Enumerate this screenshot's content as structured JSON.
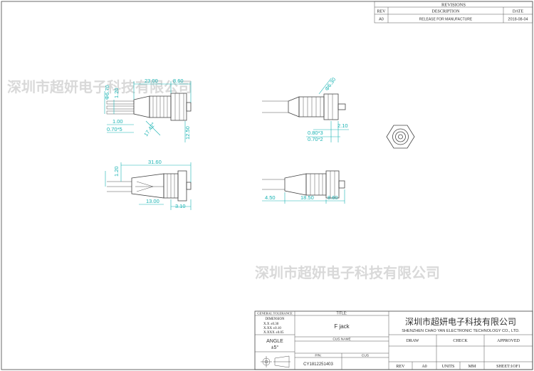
{
  "revisions": {
    "title": "REVISIONS",
    "headers": {
      "rev": "REV",
      "description": "DESCRIPTION",
      "date": "DATE"
    },
    "row": {
      "rev": "A0",
      "description": "RELEASE FOR MANUFACTURE",
      "date": "2018-08-04"
    }
  },
  "watermark": {
    "top": "深圳市超妍电子科技有限公司",
    "bottom": "深圳市超妍电子科技有限公司"
  },
  "dimensions": {
    "view1": {
      "len_a": "23.00",
      "len_b": "8.60",
      "dia_a": "Φ6.70",
      "dia_b": "1.20",
      "pin_len": "1.00",
      "pitch": "0.70*5",
      "angle": "17.42°",
      "height": "12.50"
    },
    "view2": {
      "dia": "Φ6.30",
      "a": "2.10",
      "b": "0.80*3",
      "c": "0.70*2"
    },
    "view3": {
      "total": "31.60",
      "pin": "1.20",
      "body": "13.00",
      "tip": "3.10"
    },
    "view4": {
      "a": "4.50",
      "b": "18.50",
      "c": "8.60"
    }
  },
  "title_block": {
    "tolerance_title": "GENERAL TOLERANCE",
    "tolerance_dimension": "DIMENSION",
    "tol_rows": [
      "X.X   ±0.30",
      "X.XX   ±0.10",
      "X.XXX  ±0.05"
    ],
    "angle_label": "ANGLE",
    "angle_value": "±5°",
    "title_label": "TITLE:",
    "title_value": "F    jack",
    "cus_name_label": "CUS NAME",
    "pn_label": "P/N:",
    "cus_label": "CUS",
    "pn_value": "CY1812251403",
    "company_cn": "深圳市超妍电子科技有限公司",
    "company_en": "SHENZHEN CHAO YAN ELECTRONIC TECHNOLOGY CO., LTD.",
    "draw": "DRAW",
    "check": "CHECK",
    "approved": "APPROVED",
    "rev_label": "REV",
    "rev_value": "A0",
    "units_label": "UNITS",
    "units_value": "MM",
    "sheet": "SHEET:1OF1"
  }
}
